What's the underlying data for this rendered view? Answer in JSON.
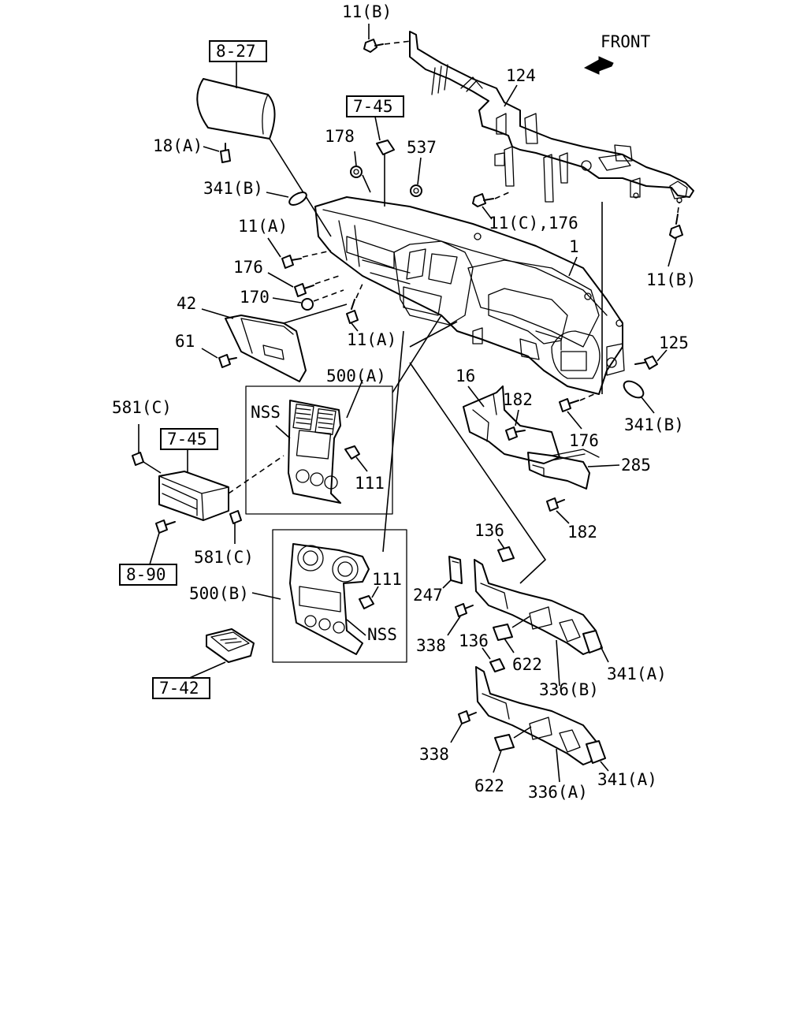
{
  "front_label": "FRONT",
  "labels": {
    "l_11b_top": "11(B)",
    "l_124": "124",
    "l_178": "178",
    "l_537": "537",
    "l_18a": "18(A)",
    "l_341b_left": "341(B)",
    "l_11a_top": "11(A)",
    "l_176_left": "176",
    "l_170": "170",
    "l_42": "42",
    "l_61": "61",
    "l_11a_mid": "11(A)",
    "l_11c_176": "11(C),176",
    "l_1": "1",
    "l_11b_right": "11(B)",
    "l_125": "125",
    "l_500a": "500(A)",
    "l_nss_a": "NSS",
    "l_111_a": "111",
    "l_581c_top": "581(C)",
    "l_581c_bot": "581(C)",
    "l_16": "16",
    "l_182_top": "182",
    "l_176_right": "176",
    "l_341b_right": "341(B)",
    "l_285": "285",
    "l_182_bot": "182",
    "l_136_top": "136",
    "l_247": "247",
    "l_500b": "500(B)",
    "l_111_b": "111",
    "l_nss_b": "NSS",
    "l_338_top": "338",
    "l_136_mid": "136",
    "l_622_top": "622",
    "l_336b": "336(B)",
    "l_341a_top": "341(A)",
    "l_338_bot": "338",
    "l_622_bot": "622",
    "l_336a": "336(A)",
    "l_341a_bot": "341(A)"
  },
  "refs": {
    "r_8_27": "8-27",
    "r_7_45_top": "7-45",
    "r_7_45_left": "7-45",
    "r_8_90": "8-90",
    "r_7_42": "7-42"
  }
}
